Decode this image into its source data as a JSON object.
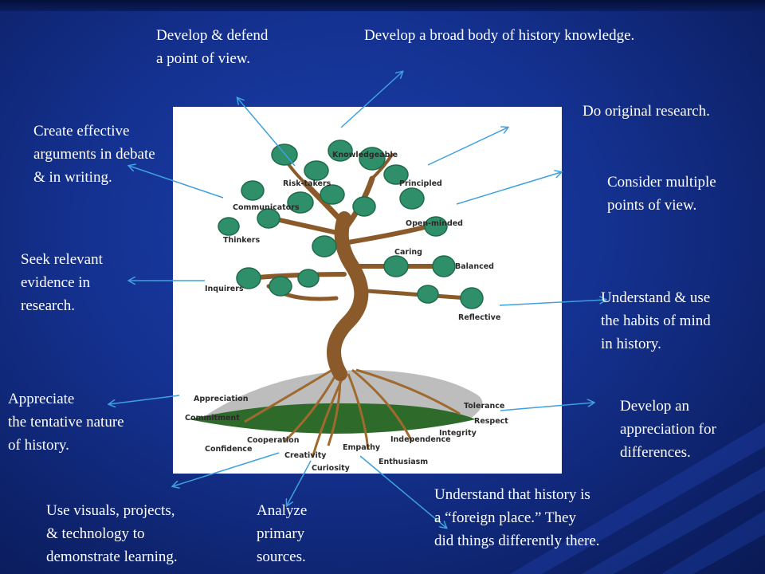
{
  "labels": {
    "defend": "Develop & defend\na point of view.",
    "knowledge": "Develop a broad body of history knowledge.",
    "research": "Do original research.",
    "arguments": "Create effective\narguments in debate\n& in writing.",
    "multiple": "Consider multiple\npoints of view.",
    "evidence": "Seek relevant\nevidence in\nresearch.",
    "habits": "Understand & use\nthe habits of mind\nin history.",
    "tentative": "Appreciate\nthe tentative nature\nof  history.",
    "differences": "Develop an\nappreciation for\ndifferences.",
    "foreign": "Understand that history is\na “foreign place.”  They\ndid things differently there.",
    "visuals": "Use visuals, projects,\n& technology to\ndemonstrate learning.",
    "analyze": "Analyze\nprimary\nsources."
  },
  "tree": {
    "knowledgeable": "Knowledgeable",
    "risk_takers": "Risk-takers",
    "principled": "Principled",
    "communicators": "Communicators",
    "open_minded": "Open-minded",
    "thinkers": "Thinkers",
    "caring": "Caring",
    "balanced": "Balanced",
    "inquirers": "Inquirers",
    "reflective": "Reflective",
    "appreciation": "Appreciation",
    "tolerance": "Tolerance",
    "commitment": "Commitment",
    "respect": "Respect",
    "integrity": "Integrity",
    "cooperation": "Cooperation",
    "independence": "Independence",
    "confidence": "Confidence",
    "creativity": "Creativity",
    "empathy": "Empathy",
    "enthusiasm": "Enthusiasm",
    "curiosity": "Curiosity"
  },
  "colors": {
    "background": "#14318f",
    "arrow": "#3fa0e0",
    "trunk": "#8a5a2b",
    "foliage": "#2f8f6a"
  }
}
